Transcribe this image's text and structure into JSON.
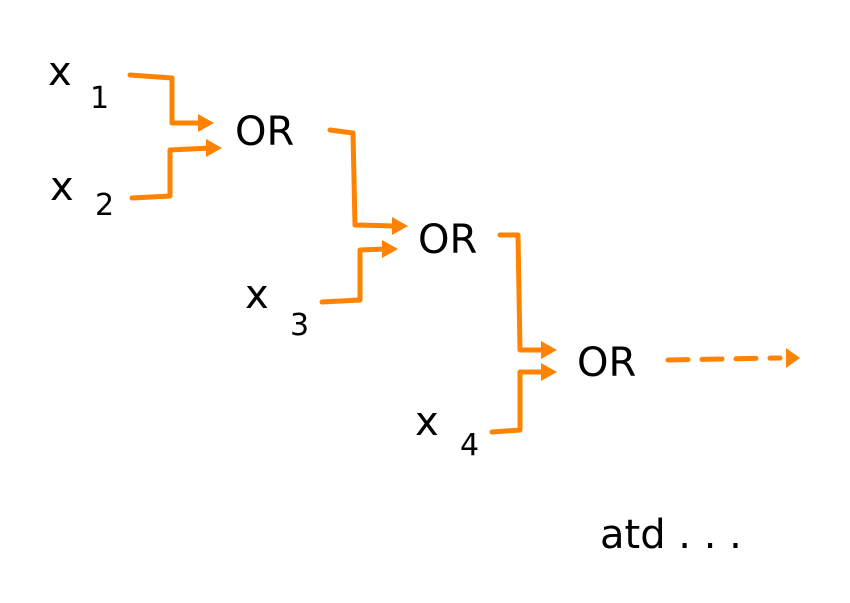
{
  "inputs": [
    {
      "var": "x",
      "index": "1"
    },
    {
      "var": "x",
      "index": "2"
    },
    {
      "var": "x",
      "index": "3"
    },
    {
      "var": "x",
      "index": "4"
    }
  ],
  "gates": [
    "OR",
    "OR",
    "OR"
  ],
  "footer_text": "atd . . .",
  "colors": {
    "wire": "#ff8200",
    "text": "#000000"
  }
}
